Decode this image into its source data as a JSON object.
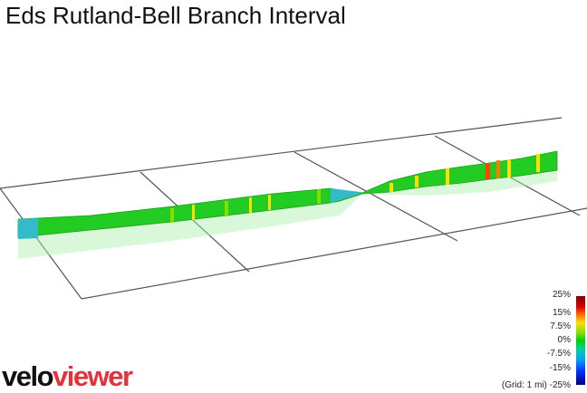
{
  "title": "Eds Rutland-Bell Branch Interval",
  "legend": {
    "labels": [
      "25%",
      "15%",
      "7.5%",
      "0%",
      "-7.5%",
      "-15%",
      "-25%"
    ],
    "grid_note": "(Grid: 1 mi)"
  },
  "logo": {
    "part1": "velo",
    "part2": "viewer"
  },
  "colors": {
    "grid": "#555555",
    "flat": "#22cc22",
    "mild": "#88dd00",
    "steep": "#ffdd00",
    "very_steep": "#ff4400",
    "descent": "#33bbcc"
  }
}
